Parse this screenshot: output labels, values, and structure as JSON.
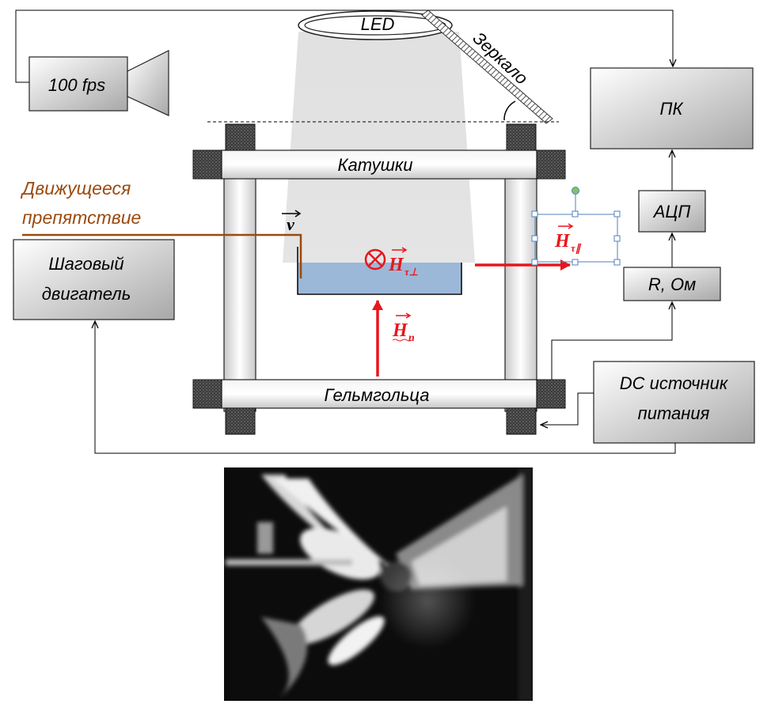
{
  "labels": {
    "led": "LED",
    "mirror": "Зеркало",
    "camera": "100 fps",
    "pc": "ПК",
    "coils_top": "Катушки",
    "coils_bottom": "Гельмгольца",
    "moving_obstacle_1": "Движущееся",
    "moving_obstacle_2": "препятствие",
    "stepper_1": "Шаговый",
    "stepper_2": "двигатель",
    "adc": "АЦП",
    "resistance": "R, Ом",
    "dc_source_1": "DC источник",
    "dc_source_2": "питания",
    "velocity": "v",
    "h_tau_perp_main": "H",
    "h_tau_perp_sub": "τ⊥",
    "h_tau_par_main": "H",
    "h_tau_par_sub": "τ∥",
    "h_n_main": "H",
    "h_n_sub": "n"
  },
  "colors": {
    "field_arrow": "#e8161d",
    "obstacle_text": "#9c4a0e",
    "liquid": "#9bb8d9",
    "coil_block": "#3a3a3a",
    "selection": "#4f81bd",
    "handle_rotate": "#7dc85a"
  }
}
